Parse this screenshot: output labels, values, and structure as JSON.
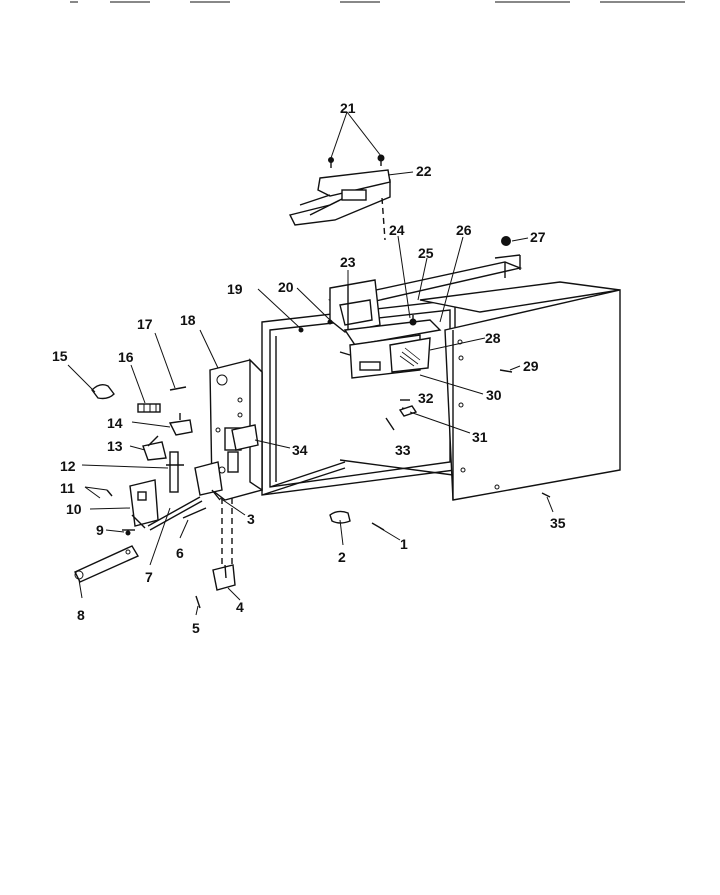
{
  "diagram": {
    "type": "exploded-parts-diagram",
    "colors": {
      "ink": "#111111",
      "background": "#ffffff"
    },
    "part_labels": [
      "1",
      "2",
      "3",
      "4",
      "5",
      "6",
      "7",
      "8",
      "9",
      "10",
      "11",
      "12",
      "13",
      "14",
      "15",
      "16",
      "17",
      "18",
      "19",
      "20",
      "21",
      "22",
      "23",
      "24",
      "25",
      "26",
      "27",
      "28",
      "29",
      "30",
      "31",
      "32",
      "33",
      "34",
      "35"
    ]
  }
}
